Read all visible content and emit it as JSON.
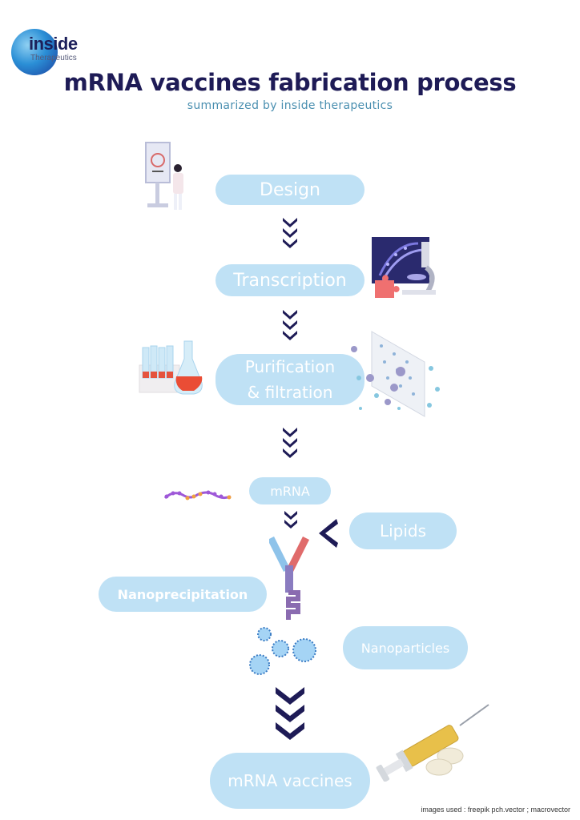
{
  "logo": {
    "brand": "inside",
    "sub": "Therapeutics"
  },
  "header": {
    "title": "mRNA vaccines fabrication process",
    "subtitle": "summarized by inside therapeutics"
  },
  "steps": [
    {
      "id": "design",
      "label": "Design",
      "illustration": "scientist-at-board"
    },
    {
      "id": "transcription",
      "label": "Transcription",
      "illustration": "dna-microscope-puzzle"
    },
    {
      "id": "purification",
      "label_line1": "Purification",
      "label_line2": "& filtration",
      "illustration_left": "test-tubes-flask",
      "illustration_right": "filter-membrane-particles"
    },
    {
      "id": "mrna",
      "label": "mRNA",
      "illustration": "mrna-strand"
    },
    {
      "id": "lipids",
      "label": "Lipids"
    },
    {
      "id": "nanoprecipitation",
      "label": "Nanoprecipitation",
      "illustration": "y-mixer"
    },
    {
      "id": "nanoparticles",
      "label": "Nanoparticles",
      "illustration": "lipid-nanoparticles"
    },
    {
      "id": "vaccines",
      "label": "mRNA vaccines",
      "illustration": "syringe-vials"
    }
  ],
  "colors": {
    "title": "#1e1b56",
    "subtitle": "#4a8fb0",
    "pill_bg": "#bfe1f5",
    "pill_text": "#ffffff",
    "arrow": "#1e1b56"
  },
  "credit": "images used : freepik pch.vector ; macrovector"
}
